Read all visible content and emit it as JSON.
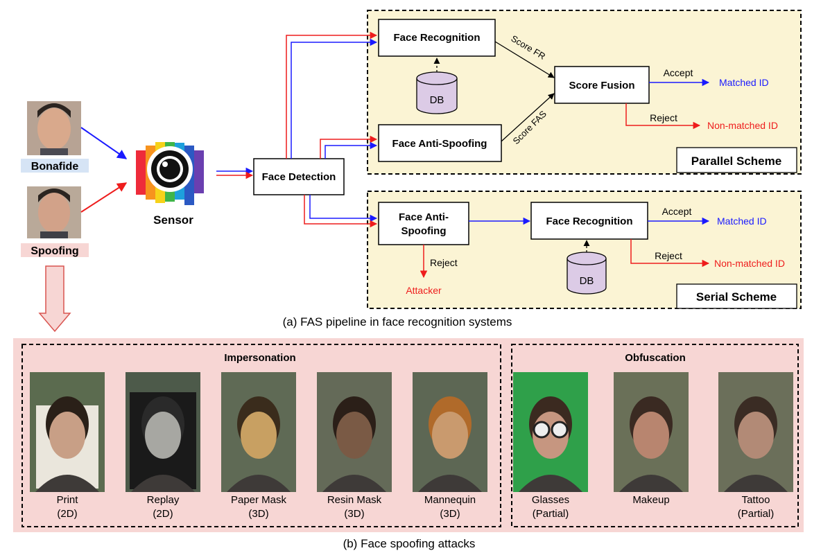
{
  "subjects": {
    "bonafide": "Bonafide",
    "spoofing": "Spoofing"
  },
  "sensor_label": "Sensor",
  "face_detection": "Face Detection",
  "parallel": {
    "face_recognition": "Face Recognition",
    "db": "DB",
    "face_anti_spoofing": "Face Anti-Spoofing",
    "score_fusion": "Score Fusion",
    "score_fr": "Score FR",
    "score_fas": "Score FAS",
    "accept": "Accept",
    "reject": "Reject",
    "matched": "Matched ID",
    "non_matched": "Non-matched ID",
    "scheme_label": "Parallel Scheme"
  },
  "serial": {
    "face_anti_spoofing_line1": "Face Anti-",
    "face_anti_spoofing_line2": "Spoofing",
    "face_recognition": "Face Recognition",
    "db": "DB",
    "reject_fas": "Reject",
    "attacker": "Attacker",
    "accept": "Accept",
    "reject": "Reject",
    "matched": "Matched ID",
    "non_matched": "Non-matched ID",
    "scheme_label": "Serial Scheme"
  },
  "caption_a": "(a) FAS pipeline in face recognition systems",
  "attacks": {
    "impersonation_title": "Impersonation",
    "obfuscation_title": "Obfuscation",
    "items": [
      {
        "name": "Print",
        "dim": "(2D)"
      },
      {
        "name": "Replay",
        "dim": "(2D)"
      },
      {
        "name": "Paper Mask",
        "dim": "(3D)"
      },
      {
        "name": "Resin Mask",
        "dim": "(3D)"
      },
      {
        "name": "Mannequin",
        "dim": "(3D)"
      },
      {
        "name": "Glasses",
        "dim": "(Partial)"
      },
      {
        "name": "Makeup",
        "dim": ""
      },
      {
        "name": "Tattoo",
        "dim": "(Partial)"
      }
    ]
  },
  "caption_b": "(b) Face spoofing attacks",
  "colors": {
    "panel_bg": "#fbf4d4",
    "attack_bg": "#f7d6d4",
    "blue": "#1a1aff",
    "red": "#ee1c1c",
    "db_fill": "#dccbe6",
    "label_bg_blue": "#d6e4f5",
    "label_bg_pink": "#f7d6d4"
  }
}
